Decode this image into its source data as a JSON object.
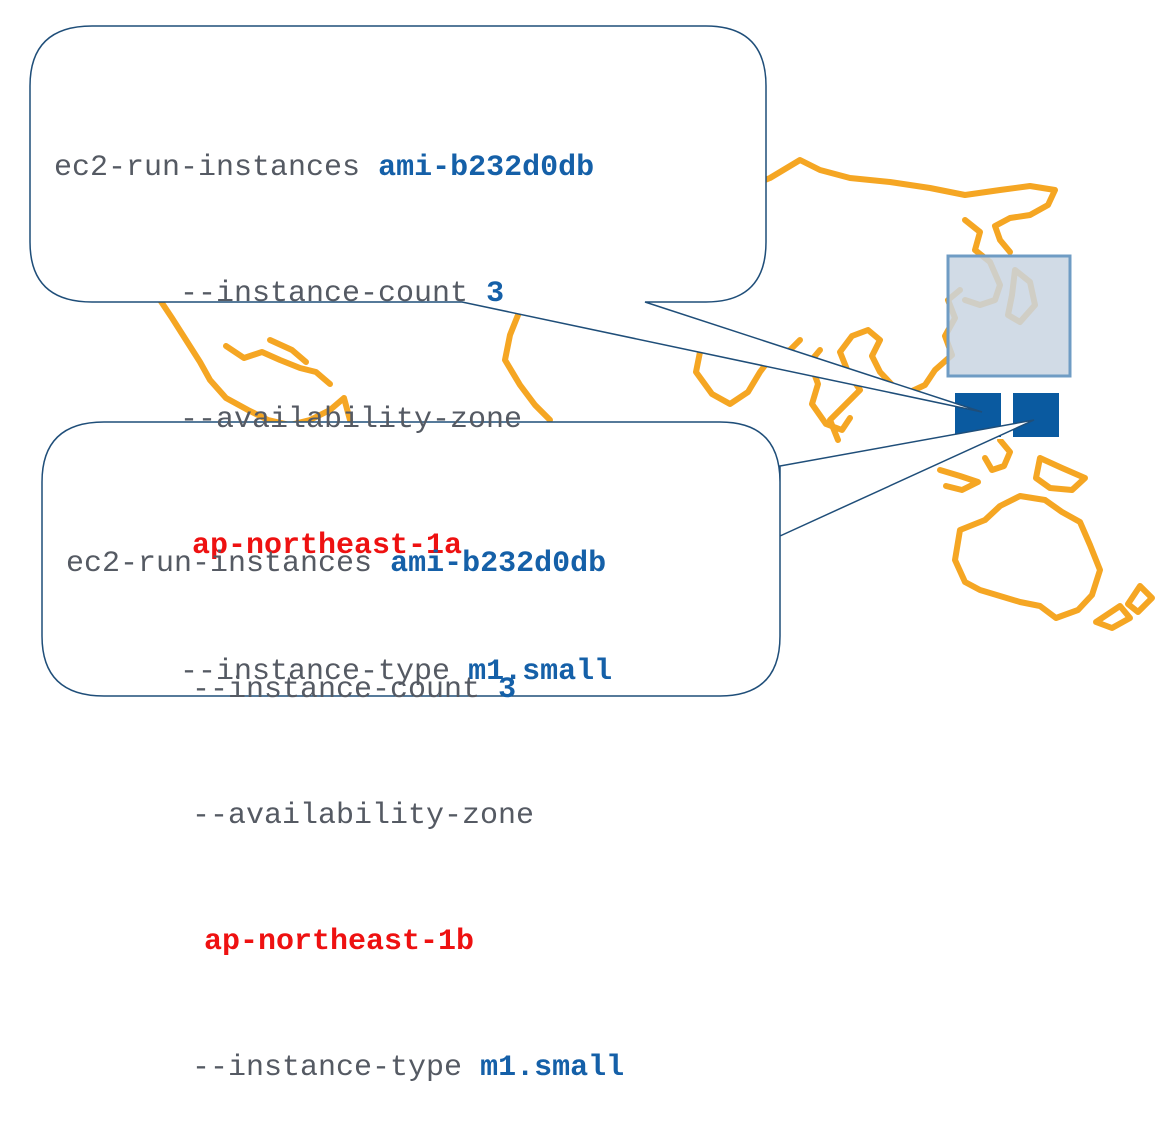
{
  "colors": {
    "map_outline": "#f5a623",
    "callout_border": "#1f4e79",
    "text_gray": "#555a63",
    "accent_blue": "#1560a8",
    "accent_red": "#ee1111",
    "region_box_fill": "#c9d5e2",
    "region_box_border": "#6f9cc4",
    "instance_square": "#0a5aa0"
  },
  "callout_top": {
    "command": "ec2-run-instances",
    "ami": "ami-b232d0db",
    "count_flag": "--instance-count",
    "count_value": "3",
    "zone_flag": "--availability-zone",
    "zone_value": "ap-northeast-1a",
    "type_flag": "--instance-type",
    "type_value": "m1.small"
  },
  "callout_bottom": {
    "command": "ec2-run-instances",
    "ami": "ami-b232d0db",
    "count_flag": "--instance-count",
    "count_value": "3",
    "zone_flag": "--availability-zone",
    "zone_value": "ap-northeast-1b",
    "type_flag": "--instance-type",
    "type_value": "m1.small"
  },
  "icons": {
    "map": "world-map-outline-icon",
    "region": "region-box-icon",
    "instance": "instance-square-icon"
  }
}
